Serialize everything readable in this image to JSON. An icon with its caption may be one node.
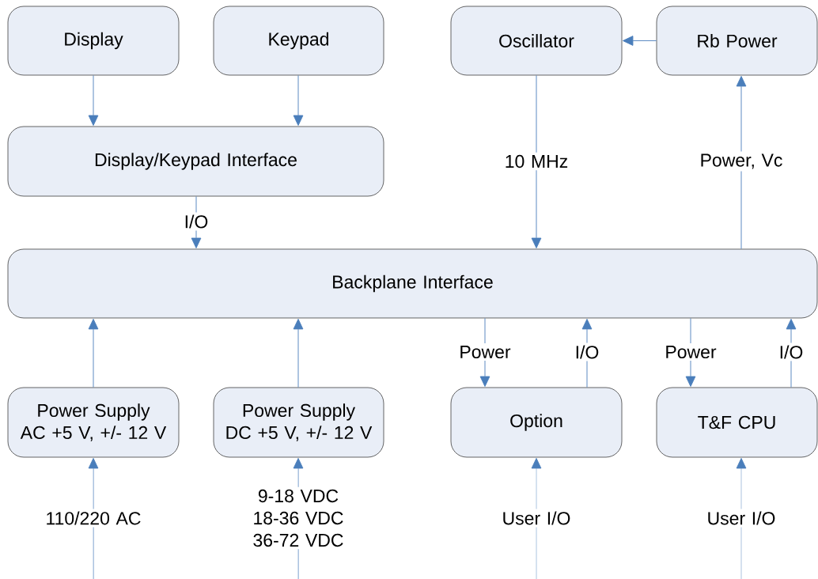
{
  "diagram": {
    "nodes": [
      {
        "text": [
          "Display"
        ]
      },
      {
        "text": [
          "Keypad"
        ]
      },
      {
        "text": [
          "Oscillator"
        ]
      },
      {
        "text": [
          "Rb Power"
        ]
      },
      {
        "text": [
          "Display/Keypad Interface"
        ]
      },
      {
        "text": [
          "Backplane Interface"
        ]
      },
      {
        "text": [
          "Power Supply",
          "AC +5 V, +/- 12 V"
        ]
      },
      {
        "text": [
          "Power Supply",
          "DC +5 V, +/- 12 V"
        ]
      },
      {
        "text": [
          "Option"
        ]
      },
      {
        "text": [
          "T&F CPU"
        ]
      }
    ],
    "edges": [
      {
        "from": 0,
        "to": 4,
        "arrow": "to"
      },
      {
        "from": 1,
        "to": 4,
        "arrow": "to"
      },
      {
        "from": 3,
        "to": 2,
        "arrow": "to"
      },
      {
        "from": 4,
        "to": 5,
        "arrow": "to",
        "label": "I/O"
      },
      {
        "from": 2,
        "to": 5,
        "arrow": "to",
        "label": "10 MHz"
      },
      {
        "from": 5,
        "to": 3,
        "arrow": "to",
        "label": "Power, Vc"
      },
      {
        "from": 6,
        "to": 5,
        "arrow": "to"
      },
      {
        "from": 7,
        "to": 5,
        "arrow": "to"
      },
      {
        "from": 5,
        "to": 8,
        "arrow": "to",
        "label": "Power"
      },
      {
        "from": 8,
        "to": 5,
        "arrow": "to",
        "label": "I/O"
      },
      {
        "from": 5,
        "to": 9,
        "arrow": "to",
        "label": "Power"
      },
      {
        "from": 9,
        "to": 5,
        "arrow": "to",
        "label": "I/O"
      },
      {
        "from": null,
        "to": 6,
        "arrow": "to",
        "label": "110/220 AC"
      },
      {
        "from": null,
        "to": 7,
        "arrow": "to",
        "label": "9-18 VDC 18-36 VDC 36-72 VDC"
      },
      {
        "from": null,
        "to": 8,
        "arrow": "to",
        "label": "User I/O"
      },
      {
        "from": null,
        "to": 9,
        "arrow": "to",
        "label": "User I/O"
      }
    ]
  }
}
